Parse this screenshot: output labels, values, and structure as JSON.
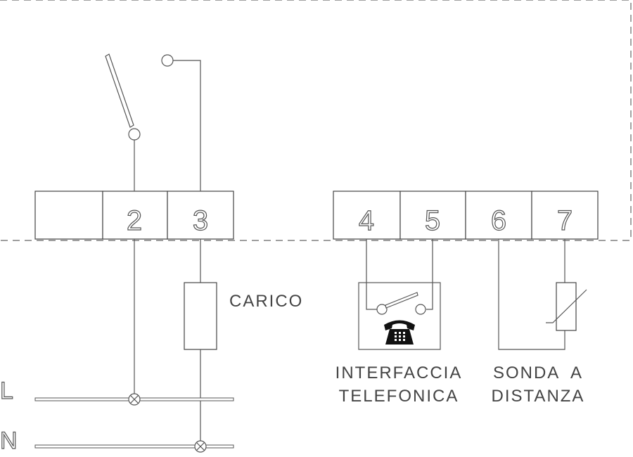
{
  "terminals": {
    "t2": "2",
    "t3": "3",
    "t4": "4",
    "t5": "5",
    "t6": "6",
    "t7": "7"
  },
  "labels": {
    "load": "CARICO",
    "phone_line1": "INTERFACCIA",
    "phone_line2": "TELEFONICA",
    "probe_line1": "SONDA  A",
    "probe_line2": "DISTANZA",
    "live": "L",
    "neutral": "N"
  },
  "icons": {
    "phone": "telephone-icon"
  }
}
